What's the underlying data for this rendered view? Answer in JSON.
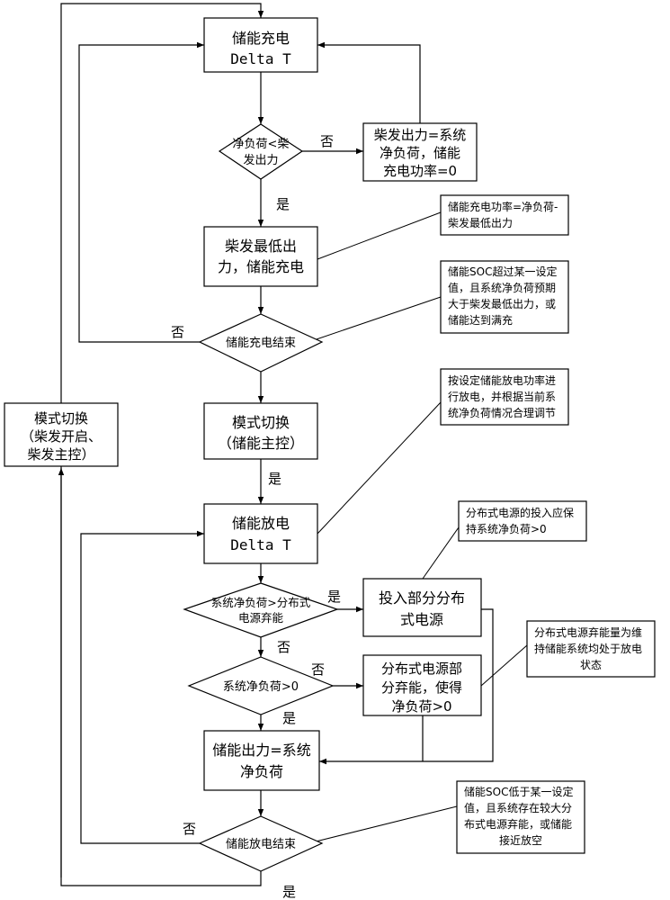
{
  "nodes": {
    "charge": [
      "储能充电",
      "Delta T"
    ],
    "dec_net_lt_diesel": [
      "净负荷<柴",
      "发出力"
    ],
    "diesel_out_eq_net": [
      "柴发出力=系统",
      "净负荷，储能",
      "充电功率=0"
    ],
    "diesel_min_charge": [
      "柴发最低出",
      "力，储能充电"
    ],
    "dec_charge_end": [
      "储能充电结束"
    ],
    "mode_switch_storage": [
      "模式切换",
      "（储能主控）"
    ],
    "mode_switch_diesel": [
      "模式切换",
      "（柴发开启、",
      "柴发主控）"
    ],
    "discharge": [
      "储能放电",
      "Delta T"
    ],
    "dec_net_gt_curtail": [
      "系统净负荷>分布式",
      "电源弃能"
    ],
    "put_in_dg": [
      "投入部分分布",
      "式电源"
    ],
    "dec_net_gt0": [
      "系统净负荷>0"
    ],
    "dg_curtail": [
      "分布式电源部",
      "分弃能，使得",
      "净负荷>0"
    ],
    "storage_eq_net": [
      "储能出力=系统",
      "净负荷"
    ],
    "dec_discharge_end": [
      "储能放电结束"
    ]
  },
  "notes": {
    "charge_power": [
      "储能充电功率=净负荷-",
      "柴发最低出力"
    ],
    "charge_end_cond": [
      "储能SOC超过某一设定",
      "值，且系统净负荷预期",
      "大于柴发最低出力，或",
      "储能达到满充"
    ],
    "discharge_rule": [
      "按设定储能放电功率进",
      "行放电，并根据当前系",
      "统净负荷情况合理调节"
    ],
    "dg_input_rule": [
      "分布式电源的投入应保",
      "持系统净负荷>0"
    ],
    "dg_curtail_rule": [
      "分布式电源弃能量为维",
      "持储能系统均处于放电",
      "状态"
    ],
    "discharge_end_cond": [
      "储能SOC低于某一设定",
      "值，且系统存在较大分",
      "布式电源弃能，或储能",
      "接近放空"
    ]
  },
  "edge_labels": {
    "no_1": "否",
    "yes_1": "是",
    "no_2": "否",
    "yes_2": "是",
    "yes_3": "是",
    "no_3": "否",
    "no_4": "否",
    "yes_4": "是",
    "no_5": "否",
    "yes_5": "是"
  }
}
